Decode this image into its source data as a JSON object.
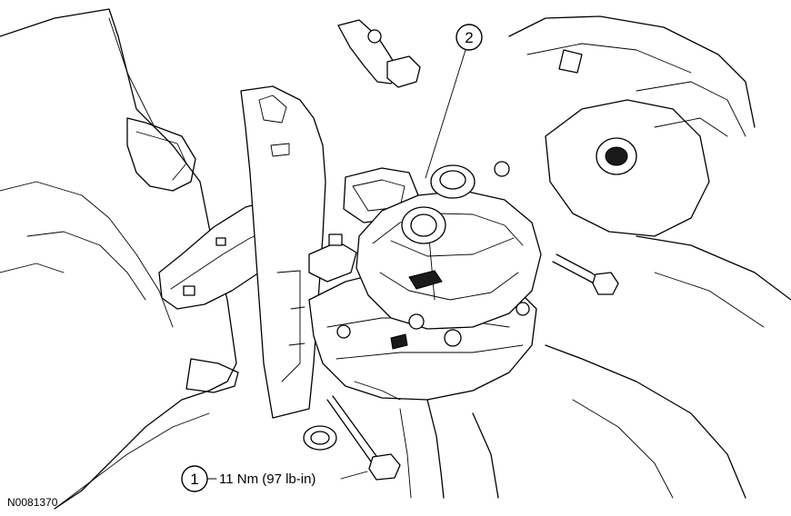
{
  "callouts": [
    {
      "number": "1",
      "text": "11 Nm (97 lb-in)"
    },
    {
      "number": "2",
      "text": ""
    }
  ],
  "figure_id": "N0081370"
}
